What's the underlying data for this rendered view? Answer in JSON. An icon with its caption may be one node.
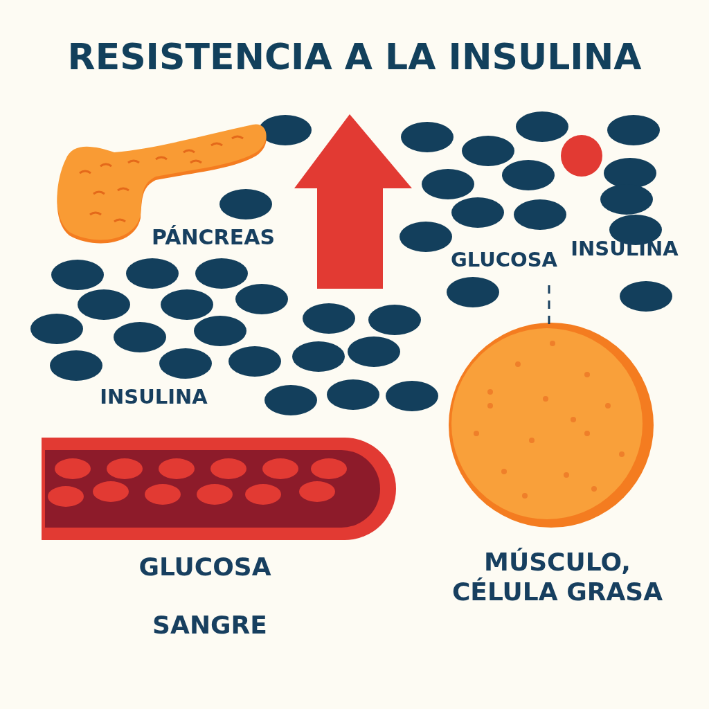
{
  "diagram": {
    "title": "RESISTENCIA A LA INSULINA",
    "nodes": [
      {
        "text": [],
        "shape": "picture",
        "beside": [
          "PÁNCREAS"
        ]
      },
      {
        "text": [],
        "shape": "picture",
        "beside": [
          "GLUCOSA",
          "SANGRE"
        ]
      },
      {
        "text": [],
        "shape": "circle",
        "beside": [
          "MÚSCULO, CÉLULA GRASA"
        ]
      }
    ],
    "edges": [
      {
        "from": null,
        "to": 2,
        "arrow": "none",
        "style": "dashed"
      }
    ],
    "labels": [
      "INSULINA",
      "GLUCOSA",
      "INSULINA"
    ]
  }
}
